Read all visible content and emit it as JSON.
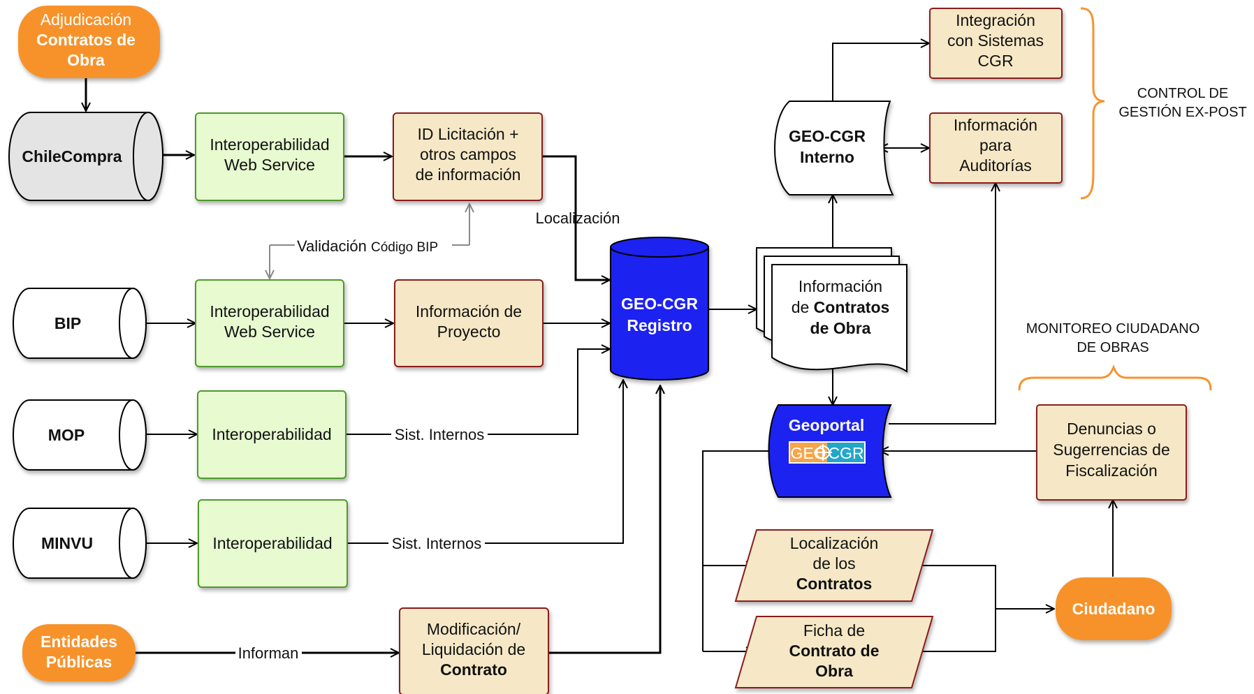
{
  "sources": {
    "adjudicacion": [
      "Adjudicación",
      "Contratos de",
      "Obra"
    ],
    "chilecompra": "ChileCompra",
    "bip": "BIP",
    "mop": "MOP",
    "minvu": "MINVU",
    "entidades": [
      "Entidades",
      "Públicas"
    ]
  },
  "interop": {
    "ws1": [
      "Interoperabilidad",
      "Web Service"
    ],
    "ws2": [
      "Interoperabilidad",
      "Web Service"
    ],
    "mop": "Interoperabilidad",
    "minvu": "Interoperabilidad"
  },
  "info": {
    "licitacion": [
      "ID Licitación +",
      "otros campos",
      "de información"
    ],
    "proyecto": [
      "Información de",
      "Proyecto"
    ],
    "modificacion": [
      "Modificación/",
      "Liquidación de",
      "Contrato"
    ]
  },
  "registro": [
    "GEO-CGR",
    "Registro"
  ],
  "interno": [
    "GEO-CGR",
    "Interno"
  ],
  "integracion": [
    "Integración",
    "con Sistemas",
    "CGR"
  ],
  "auditorias": [
    "Información",
    "para",
    "Auditorías"
  ],
  "control_label": [
    "CONTROL DE",
    "GESTIÓN EX-POST"
  ],
  "documentos": [
    "Información",
    "de",
    "Contratos",
    "de Obra"
  ],
  "geoportal": {
    "title": "Geoportal",
    "logo_geo": "GEO",
    "logo_cgr": "CGR"
  },
  "monitoreo_label": [
    "MONITOREO CIUDADANO",
    "DE OBRAS"
  ],
  "denuncias": [
    "Denuncias o",
    "Sugerrencias de",
    "Fiscalización"
  ],
  "localizacion_contratos": [
    "Localización",
    "de los",
    "Contratos"
  ],
  "ficha": [
    "Ficha de",
    "Contrato de",
    "Obra"
  ],
  "ciudadano": "Ciudadano",
  "edges": {
    "localizacion": "Localización",
    "validacion_main": "Validación ",
    "validacion_small": "Código BIP",
    "sist1": "Sist. Internos",
    "sist2": "Sist. Internos",
    "informan": "Informan"
  },
  "colors": {
    "orange": "#F7922C",
    "green_fill": "#E7FAD0",
    "green_stroke": "#4E9A2A",
    "tan_fill": "#F6E8C6",
    "tan_stroke": "#8B1A1A",
    "blue": "#1E24F0",
    "grey_fill": "#E4E4E4",
    "logo_teal": "#23A7C9",
    "logo_orange": "#F5A54A"
  }
}
